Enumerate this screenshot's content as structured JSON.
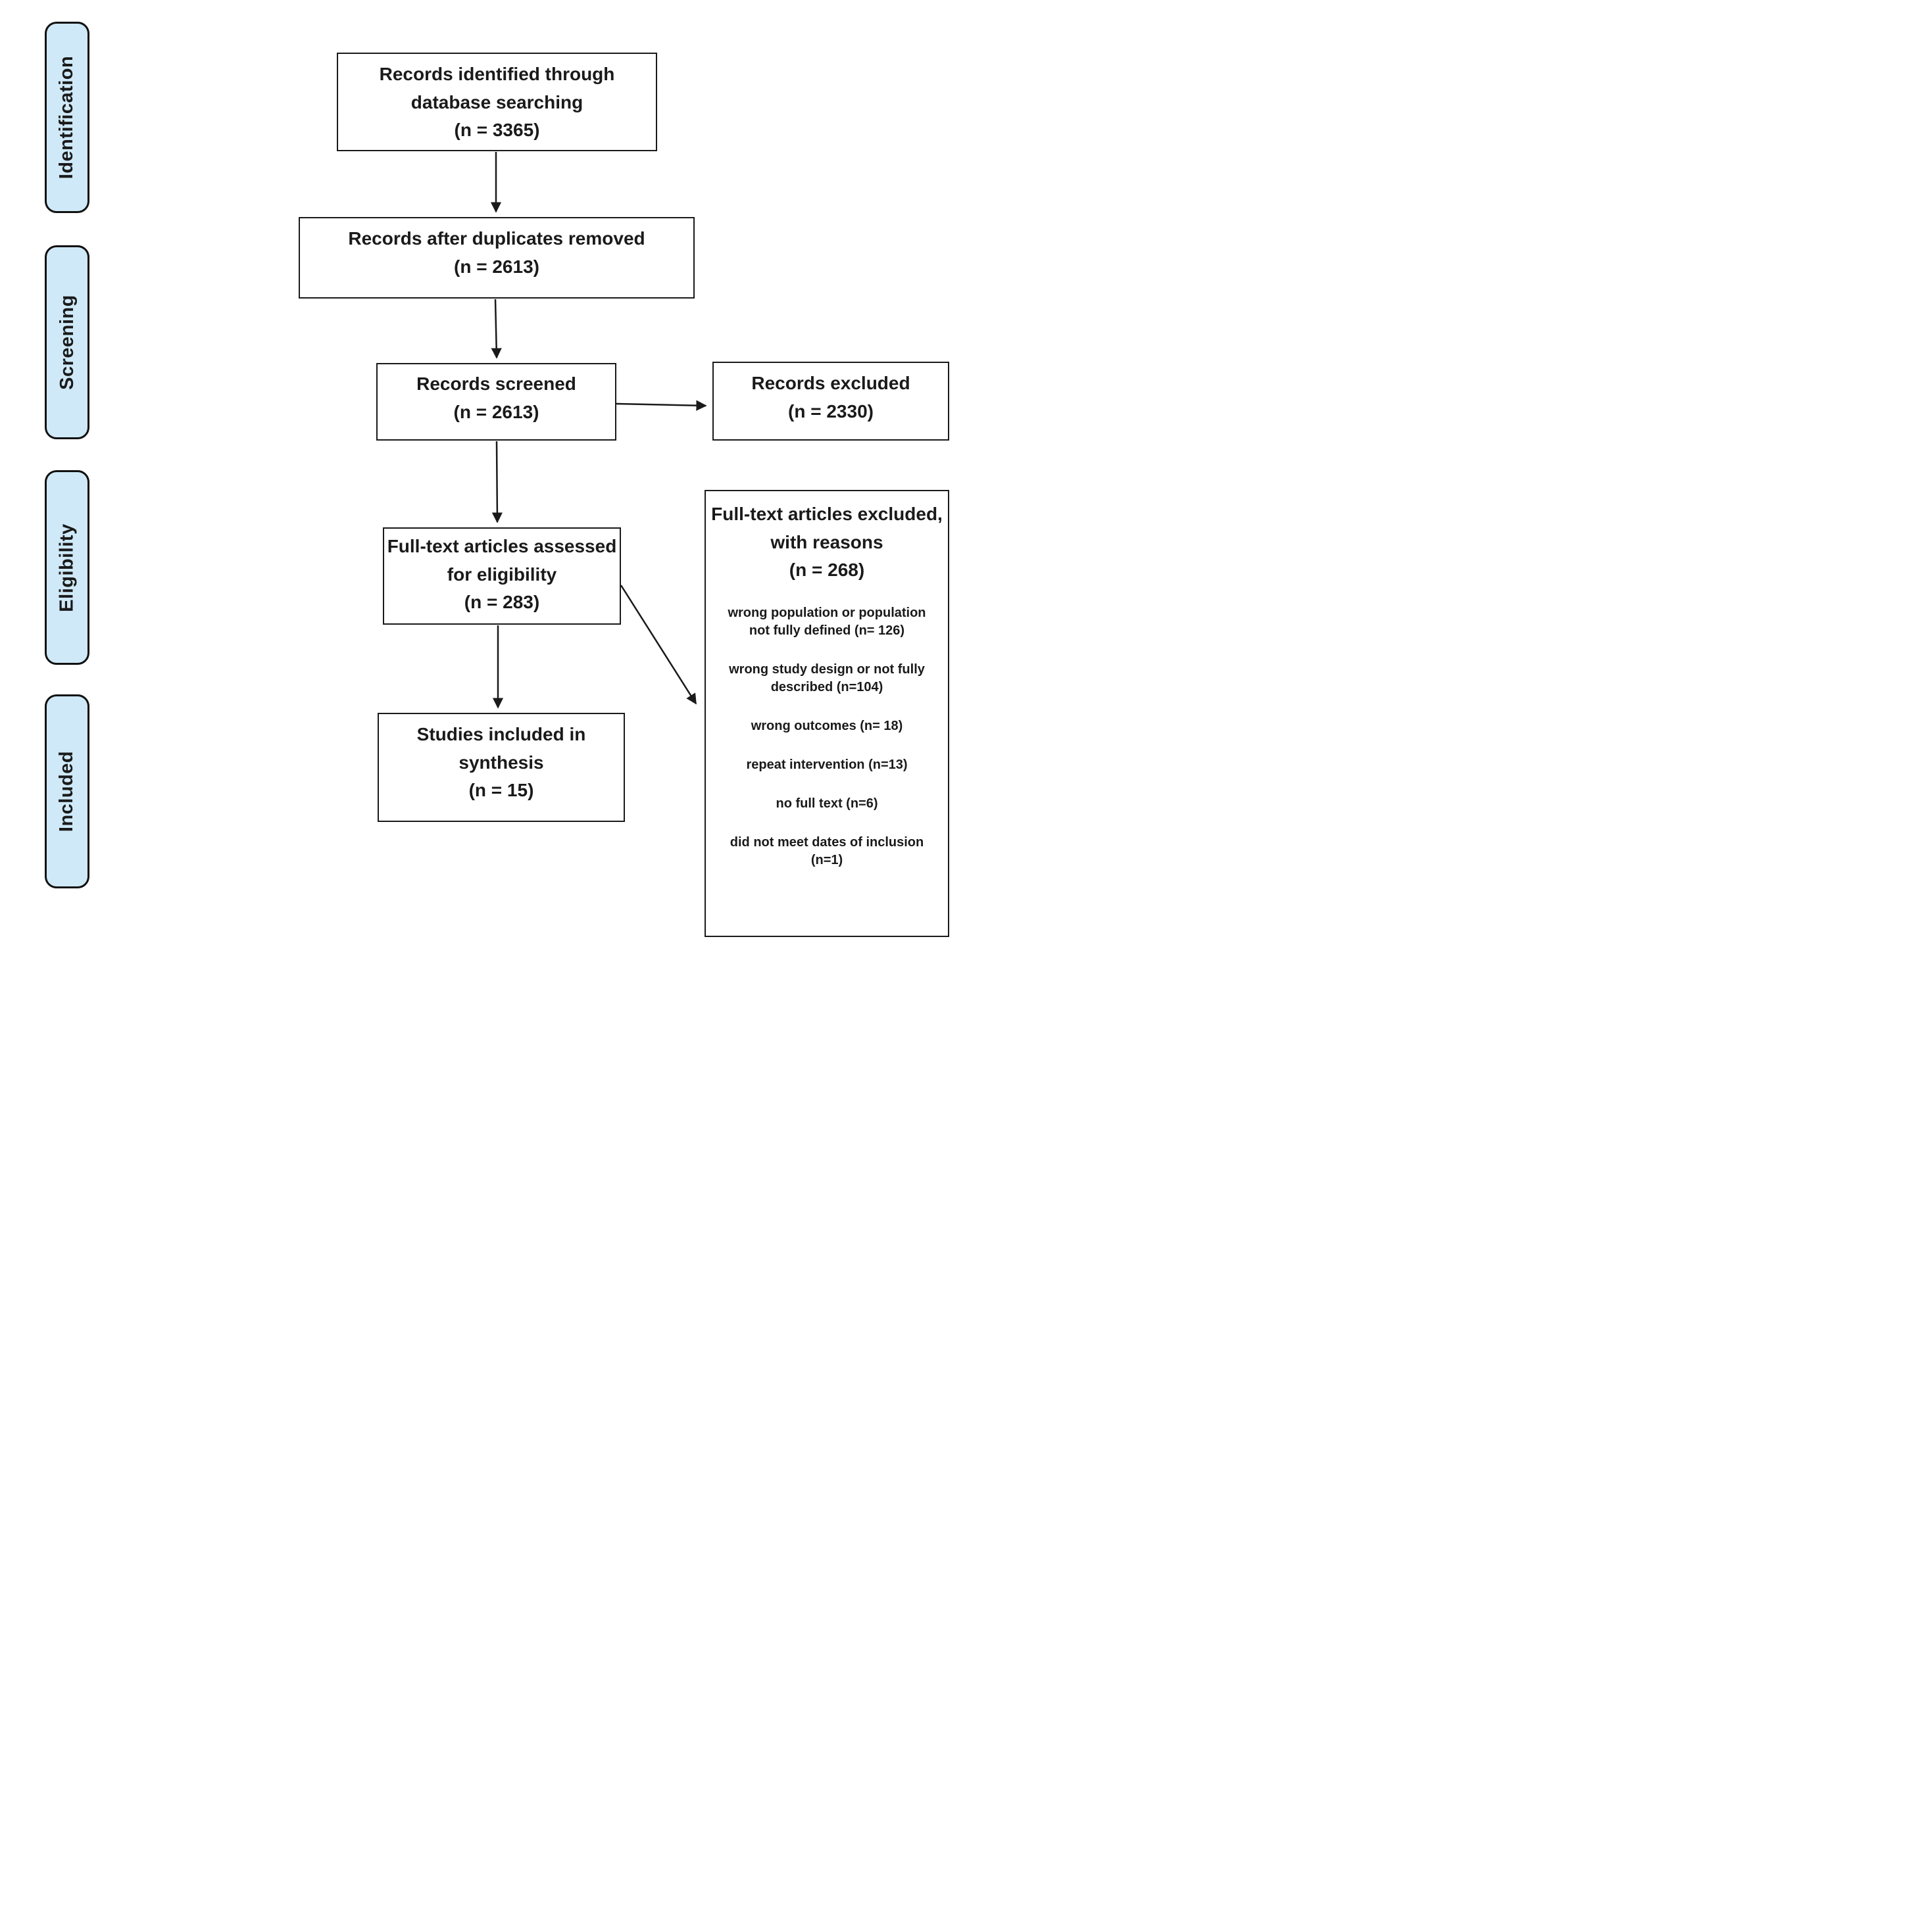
{
  "colors": {
    "stage_fill": "#cfe9f8",
    "box_fill": "#ffffff",
    "border": "#111111",
    "text": "#1a1a1a",
    "background": "#ffffff"
  },
  "stages": [
    {
      "label": "Identification"
    },
    {
      "label": "Screening"
    },
    {
      "label": "Eligibility"
    },
    {
      "label": "Included"
    }
  ],
  "boxes": {
    "identified": {
      "lines": [
        "Records identified through",
        "database searching",
        "(n = 3365)"
      ]
    },
    "deduplicated": {
      "lines": [
        "Records after duplicates removed",
        "(n = 2613)"
      ]
    },
    "screened": {
      "lines": [
        "Records screened",
        "(n = 2613)"
      ]
    },
    "records_excluded": {
      "lines": [
        "Records excluded",
        "(n = 2330)"
      ]
    },
    "fulltext_assessed": {
      "lines": [
        "Full-text articles assessed",
        "for eligibility",
        "(n = 283)"
      ]
    },
    "included_synthesis": {
      "lines": [
        "Studies included in",
        "synthesis",
        "(n = 15)"
      ]
    },
    "fulltext_excluded": {
      "lines": [
        "Full-text articles excluded,",
        "with reasons",
        "(n = 268)"
      ],
      "reasons": [
        "wrong population or population not fully defined (n= 126)",
        "wrong study design or not fully described (n=104)",
        "wrong outcomes (n= 18)",
        "repeat intervention (n=13)",
        "no full text (n=6)",
        "did not meet dates of inclusion (n=1)"
      ]
    }
  }
}
